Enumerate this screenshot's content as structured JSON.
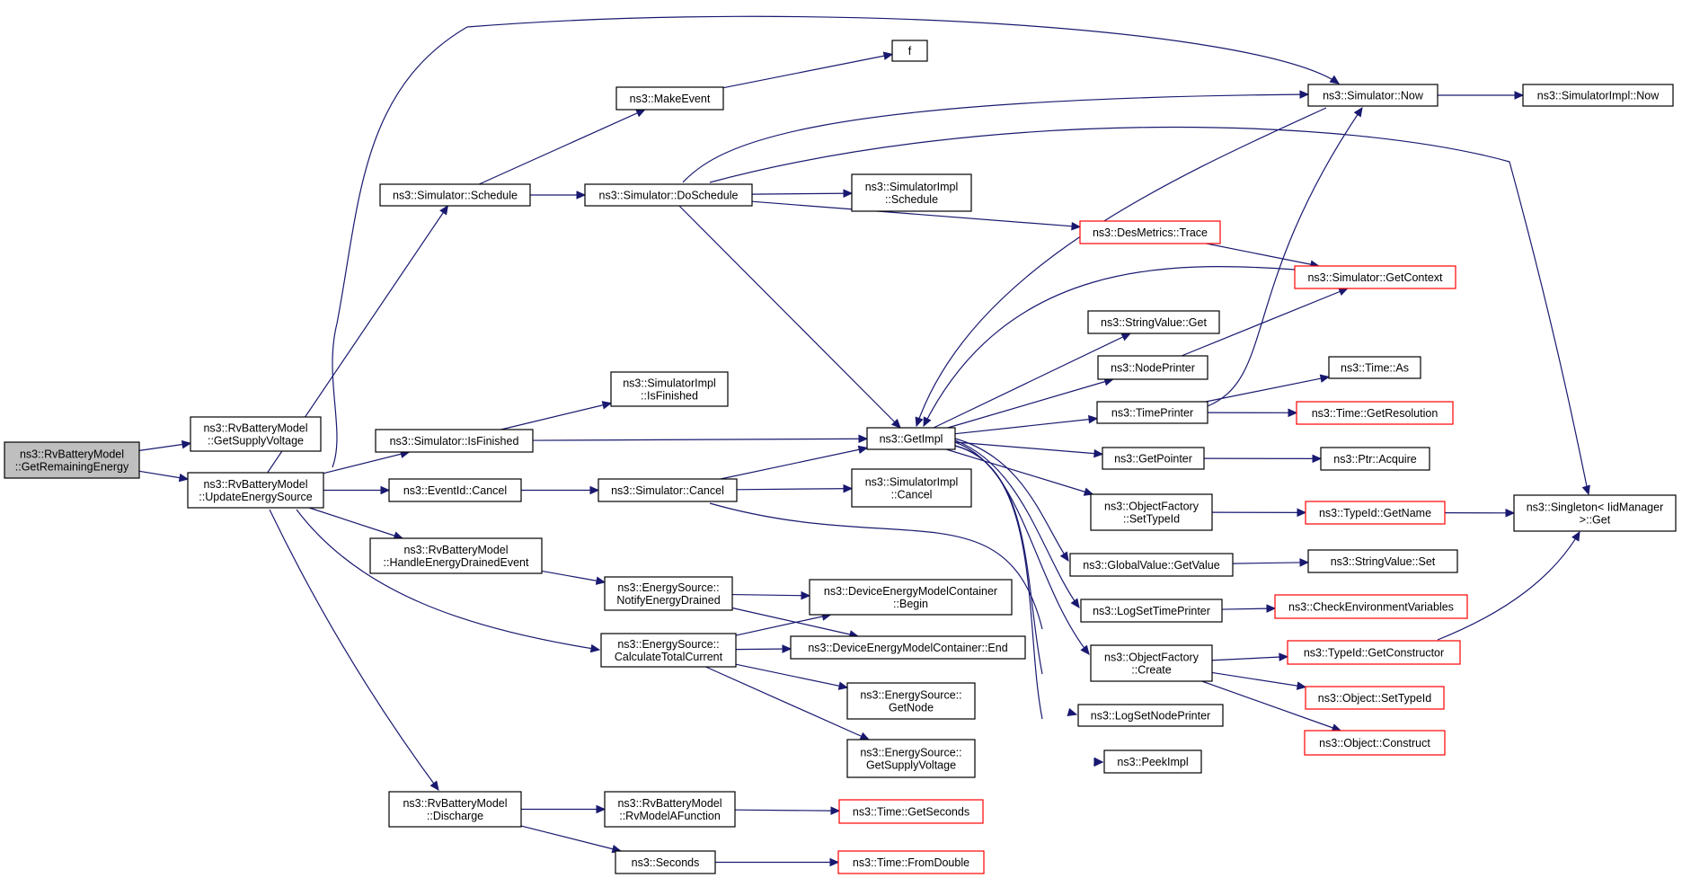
{
  "colors": {
    "edge": "#191970",
    "normal_border": "#000000",
    "truncated_border": "#ff0000",
    "root_fill": "#bfbfbf",
    "node_fill": "#ffffff"
  },
  "nodes": [
    {
      "id": "root",
      "lines": [
        "ns3::RvBatteryModel",
        "::GetRemainingEnergy"
      ],
      "root": true
    },
    {
      "id": "getsupply",
      "lines": [
        "ns3::RvBatteryModel",
        "::GetSupplyVoltage"
      ]
    },
    {
      "id": "update",
      "lines": [
        "ns3::RvBatteryModel",
        "::UpdateEnergySource"
      ]
    },
    {
      "id": "schedule",
      "lines": [
        "ns3::Simulator::Schedule"
      ]
    },
    {
      "id": "makeevent",
      "lines": [
        "ns3::MakeEvent"
      ]
    },
    {
      "id": "f",
      "lines": [
        "f"
      ]
    },
    {
      "id": "doschedule",
      "lines": [
        "ns3::Simulator::DoSchedule"
      ]
    },
    {
      "id": "implschedule",
      "lines": [
        "ns3::SimulatorImpl",
        "::Schedule"
      ]
    },
    {
      "id": "now",
      "lines": [
        "ns3::Simulator::Now"
      ]
    },
    {
      "id": "implnow",
      "lines": [
        "ns3::SimulatorImpl::Now"
      ]
    },
    {
      "id": "desmetrics",
      "lines": [
        "ns3::DesMetrics::Trace"
      ],
      "truncated": true
    },
    {
      "id": "getcontext",
      "lines": [
        "ns3::Simulator::GetContext"
      ],
      "truncated": true
    },
    {
      "id": "singleton",
      "lines": [
        "ns3::Singleton< IidManager",
        ">::Get"
      ]
    },
    {
      "id": "stringget",
      "lines": [
        "ns3::StringValue::Get"
      ]
    },
    {
      "id": "nodeprinter",
      "lines": [
        "ns3::NodePrinter"
      ]
    },
    {
      "id": "timeprinter",
      "lines": [
        "ns3::TimePrinter"
      ]
    },
    {
      "id": "timeas",
      "lines": [
        "ns3::Time::As"
      ]
    },
    {
      "id": "getresolution",
      "lines": [
        "ns3::Time::GetResolution"
      ],
      "truncated": true
    },
    {
      "id": "getimpl",
      "lines": [
        "ns3::GetImpl"
      ]
    },
    {
      "id": "isfinished",
      "lines": [
        "ns3::Simulator::IsFinished"
      ]
    },
    {
      "id": "implisfinished",
      "lines": [
        "ns3::SimulatorImpl",
        "::IsFinished"
      ]
    },
    {
      "id": "getpointer",
      "lines": [
        "ns3::GetPointer"
      ]
    },
    {
      "id": "ptracquire",
      "lines": [
        "ns3::Ptr::Acquire"
      ]
    },
    {
      "id": "eventcancel",
      "lines": [
        "ns3::EventId::Cancel"
      ]
    },
    {
      "id": "simcancel",
      "lines": [
        "ns3::Simulator::Cancel"
      ]
    },
    {
      "id": "implcancel",
      "lines": [
        "ns3::SimulatorImpl",
        "::Cancel"
      ]
    },
    {
      "id": "settypeid",
      "lines": [
        "ns3::ObjectFactory",
        "::SetTypeId"
      ]
    },
    {
      "id": "typeidgetname",
      "lines": [
        "ns3::TypeId::GetName"
      ],
      "truncated": true
    },
    {
      "id": "handledrained",
      "lines": [
        "ns3::RvBatteryModel",
        "::HandleEnergyDrainedEvent"
      ]
    },
    {
      "id": "globalget",
      "lines": [
        "ns3::GlobalValue::GetValue"
      ]
    },
    {
      "id": "stringset",
      "lines": [
        "ns3::StringValue::Set"
      ]
    },
    {
      "id": "notifydrained",
      "lines": [
        "ns3::EnergySource::",
        "NotifyEnergyDrained"
      ]
    },
    {
      "id": "devbegin",
      "lines": [
        "ns3::DeviceEnergyModelContainer",
        "::Begin"
      ]
    },
    {
      "id": "logsettime",
      "lines": [
        "ns3::LogSetTimePrinter"
      ]
    },
    {
      "id": "checkenv",
      "lines": [
        "ns3::CheckEnvironmentVariables"
      ],
      "truncated": true
    },
    {
      "id": "calctotal",
      "lines": [
        "ns3::EnergySource::",
        "CalculateTotalCurrent"
      ]
    },
    {
      "id": "devend",
      "lines": [
        "ns3::DeviceEnergyModelContainer::End"
      ]
    },
    {
      "id": "ofcreate",
      "lines": [
        "ns3::ObjectFactory",
        "::Create"
      ]
    },
    {
      "id": "getconstructor",
      "lines": [
        "ns3::TypeId::GetConstructor"
      ],
      "truncated": true
    },
    {
      "id": "getnode",
      "lines": [
        "ns3::EnergySource::",
        "GetNode"
      ]
    },
    {
      "id": "objsettypeid",
      "lines": [
        "ns3::Object::SetTypeId"
      ],
      "truncated": true
    },
    {
      "id": "logsetnode",
      "lines": [
        "ns3::LogSetNodePrinter"
      ]
    },
    {
      "id": "objconstruct",
      "lines": [
        "ns3::Object::Construct"
      ],
      "truncated": true
    },
    {
      "id": "esgetsupply",
      "lines": [
        "ns3::EnergySource::",
        "GetSupplyVoltage"
      ]
    },
    {
      "id": "peekimpl",
      "lines": [
        "ns3::PeekImpl"
      ]
    },
    {
      "id": "discharge",
      "lines": [
        "ns3::RvBatteryModel",
        "::Discharge"
      ]
    },
    {
      "id": "rvmodel",
      "lines": [
        "ns3::RvBatteryModel",
        "::RvModelAFunction"
      ]
    },
    {
      "id": "getseconds",
      "lines": [
        "ns3::Time::GetSeconds"
      ],
      "truncated": true
    },
    {
      "id": "seconds",
      "lines": [
        "ns3::Seconds"
      ]
    },
    {
      "id": "fromdouble",
      "lines": [
        "ns3::Time::FromDouble"
      ],
      "truncated": true
    }
  ],
  "edges": [
    [
      "root",
      "getsupply"
    ],
    [
      "root",
      "update"
    ],
    [
      "update",
      "now"
    ],
    [
      "update",
      "schedule"
    ],
    [
      "update",
      "isfinished"
    ],
    [
      "update",
      "eventcancel"
    ],
    [
      "update",
      "handledrained"
    ],
    [
      "update",
      "calctotal"
    ],
    [
      "update",
      "discharge"
    ],
    [
      "schedule",
      "makeevent"
    ],
    [
      "schedule",
      "doschedule"
    ],
    [
      "makeevent",
      "f"
    ],
    [
      "doschedule",
      "now"
    ],
    [
      "doschedule",
      "implschedule"
    ],
    [
      "doschedule",
      "desmetrics"
    ],
    [
      "doschedule",
      "singleton"
    ],
    [
      "doschedule",
      "getimpl"
    ],
    [
      "now",
      "implnow"
    ],
    [
      "now",
      "getimpl"
    ],
    [
      "desmetrics",
      "getcontext"
    ],
    [
      "getcontext",
      "getimpl"
    ],
    [
      "isfinished",
      "implisfinished"
    ],
    [
      "isfinished",
      "getimpl"
    ],
    [
      "eventcancel",
      "simcancel"
    ],
    [
      "simcancel",
      "implcancel"
    ],
    [
      "simcancel",
      "getimpl"
    ],
    [
      "simcancel",
      "peekimpl"
    ],
    [
      "getimpl",
      "stringget"
    ],
    [
      "getimpl",
      "nodeprinter"
    ],
    [
      "getimpl",
      "timeprinter"
    ],
    [
      "getimpl",
      "getpointer"
    ],
    [
      "getimpl",
      "settypeid"
    ],
    [
      "getimpl",
      "globalget"
    ],
    [
      "getimpl",
      "logsettime"
    ],
    [
      "getimpl",
      "ofcreate"
    ],
    [
      "getimpl",
      "logsetnode"
    ],
    [
      "getimpl",
      "peekimpl"
    ],
    [
      "nodeprinter",
      "getcontext"
    ],
    [
      "timeprinter",
      "now"
    ],
    [
      "timeprinter",
      "timeas"
    ],
    [
      "timeprinter",
      "getresolution"
    ],
    [
      "getpointer",
      "ptracquire"
    ],
    [
      "settypeid",
      "typeidgetname"
    ],
    [
      "typeidgetname",
      "singleton"
    ],
    [
      "globalget",
      "stringset"
    ],
    [
      "logsettime",
      "checkenv"
    ],
    [
      "ofcreate",
      "getconstructor"
    ],
    [
      "ofcreate",
      "objsettypeid"
    ],
    [
      "ofcreate",
      "objconstruct"
    ],
    [
      "getconstructor",
      "singleton"
    ],
    [
      "handledrained",
      "notifydrained"
    ],
    [
      "notifydrained",
      "devbegin"
    ],
    [
      "notifydrained",
      "devend"
    ],
    [
      "calctotal",
      "devbegin"
    ],
    [
      "calctotal",
      "devend"
    ],
    [
      "calctotal",
      "getnode"
    ],
    [
      "calctotal",
      "esgetsupply"
    ],
    [
      "discharge",
      "rvmodel"
    ],
    [
      "discharge",
      "seconds"
    ],
    [
      "rvmodel",
      "getseconds"
    ],
    [
      "seconds",
      "fromdouble"
    ]
  ]
}
